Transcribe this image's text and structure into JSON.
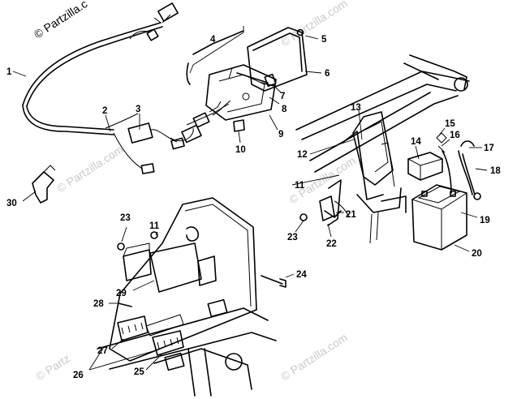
{
  "watermark": {
    "text": "© Partzilla.com",
    "partial_top": "© Partzilla.c",
    "partial_bottom": "© Partz"
  },
  "callouts": [
    {
      "id": "1",
      "label": "1"
    },
    {
      "id": "2",
      "label": "2"
    },
    {
      "id": "3",
      "label": "3"
    },
    {
      "id": "4",
      "label": "4"
    },
    {
      "id": "5",
      "label": "5"
    },
    {
      "id": "6",
      "label": "6"
    },
    {
      "id": "7",
      "label": "7"
    },
    {
      "id": "8",
      "label": "8"
    },
    {
      "id": "9",
      "label": "9"
    },
    {
      "id": "10",
      "label": "10"
    },
    {
      "id": "11a",
      "label": "11"
    },
    {
      "id": "11b",
      "label": "11"
    },
    {
      "id": "12",
      "label": "12"
    },
    {
      "id": "13",
      "label": "13"
    },
    {
      "id": "14",
      "label": "14"
    },
    {
      "id": "15",
      "label": "15"
    },
    {
      "id": "16",
      "label": "16"
    },
    {
      "id": "17",
      "label": "17"
    },
    {
      "id": "18",
      "label": "18"
    },
    {
      "id": "19",
      "label": "19"
    },
    {
      "id": "20",
      "label": "20"
    },
    {
      "id": "21",
      "label": "21"
    },
    {
      "id": "22",
      "label": "22"
    },
    {
      "id": "23a",
      "label": "23"
    },
    {
      "id": "23b",
      "label": "23"
    },
    {
      "id": "24",
      "label": "24"
    },
    {
      "id": "25",
      "label": "25"
    },
    {
      "id": "26",
      "label": "26"
    },
    {
      "id": "27",
      "label": "27"
    },
    {
      "id": "28",
      "label": "28"
    },
    {
      "id": "29",
      "label": "29"
    },
    {
      "id": "30",
      "label": "30"
    }
  ]
}
